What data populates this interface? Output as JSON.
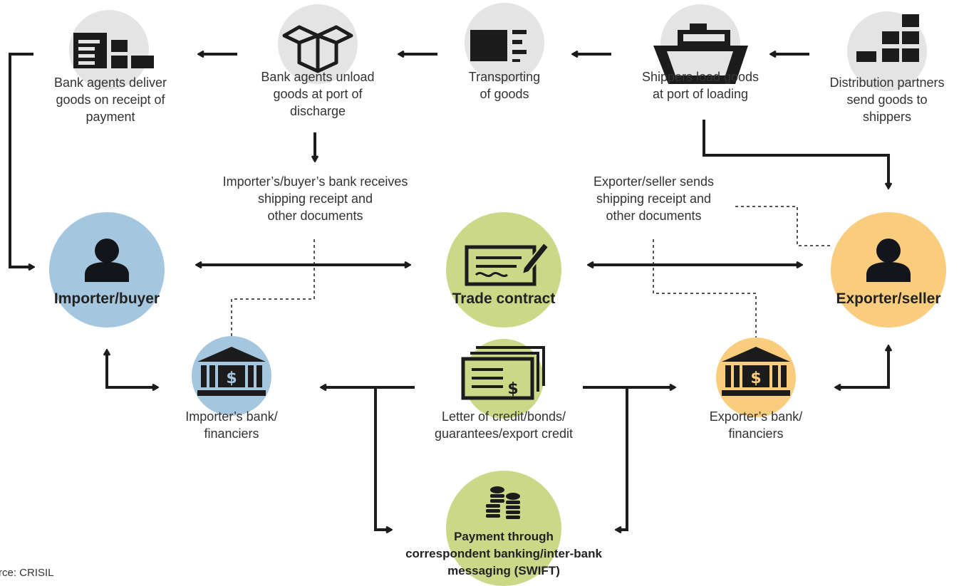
{
  "top_chain": {
    "distribution": "Distribution partners\nsend goods to\nshippers",
    "shippers": "Shippers load goods\nat port of loading",
    "transport": "Transporting\nof goods",
    "unload": "Bank agents unload\ngoods at port of\ndischarge",
    "deliver": "Bank agents deliver\ngoods on receipt of\npayment"
  },
  "notes": {
    "importer_bank_receives": "Importer’s/buyer’s bank receives\nshipping receipt and\nother documents",
    "exporter_sends": "Exporter/seller sends\nshipping receipt and\nother documents"
  },
  "parties": {
    "importer": "Importer/buyer",
    "contract": "Trade contract",
    "exporter": "Exporter/seller",
    "importer_bank": "Importer’s bank/\nfinanciers",
    "lc": "Letter of credit/bonds/\nguarantees/export credit",
    "exporter_bank": "Exporter’s bank/\nfinanciers",
    "payment": "Payment through\ncorrespondent banking/inter-bank\nmessaging (SWIFT)"
  },
  "source": "rce: CRISIL",
  "colors": {
    "gray": "#e4e4e4",
    "blue": "#a5c6df",
    "green": "#cbd888",
    "orange": "#f9cc7e",
    "ink": "#1c1c1c"
  },
  "icons": [
    "warehouse-icon",
    "open-box-icon",
    "truck-icon",
    "cargo-ship-icon",
    "stacked-crates-icon",
    "person-icon",
    "contract-signing-icon",
    "bank-dollar-icon",
    "letter-of-credit-icon",
    "coin-stacks-icon"
  ]
}
